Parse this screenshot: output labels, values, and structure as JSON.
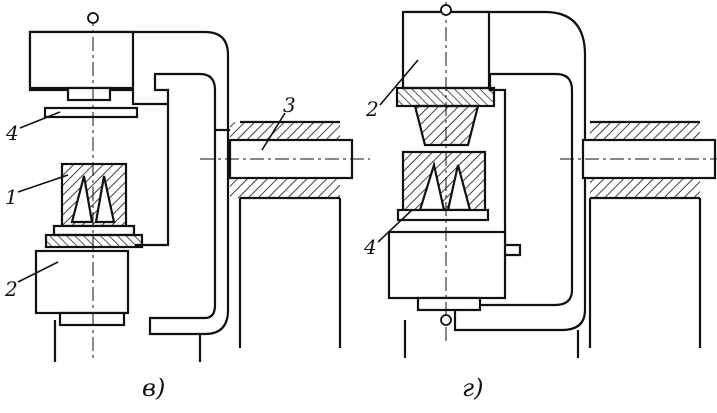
{
  "figure": {
    "panels": [
      {
        "caption": "в)",
        "callouts": [
          "1",
          "2",
          "3",
          "4"
        ]
      },
      {
        "caption": "г)",
        "callouts": [
          "2",
          "4"
        ]
      }
    ]
  }
}
